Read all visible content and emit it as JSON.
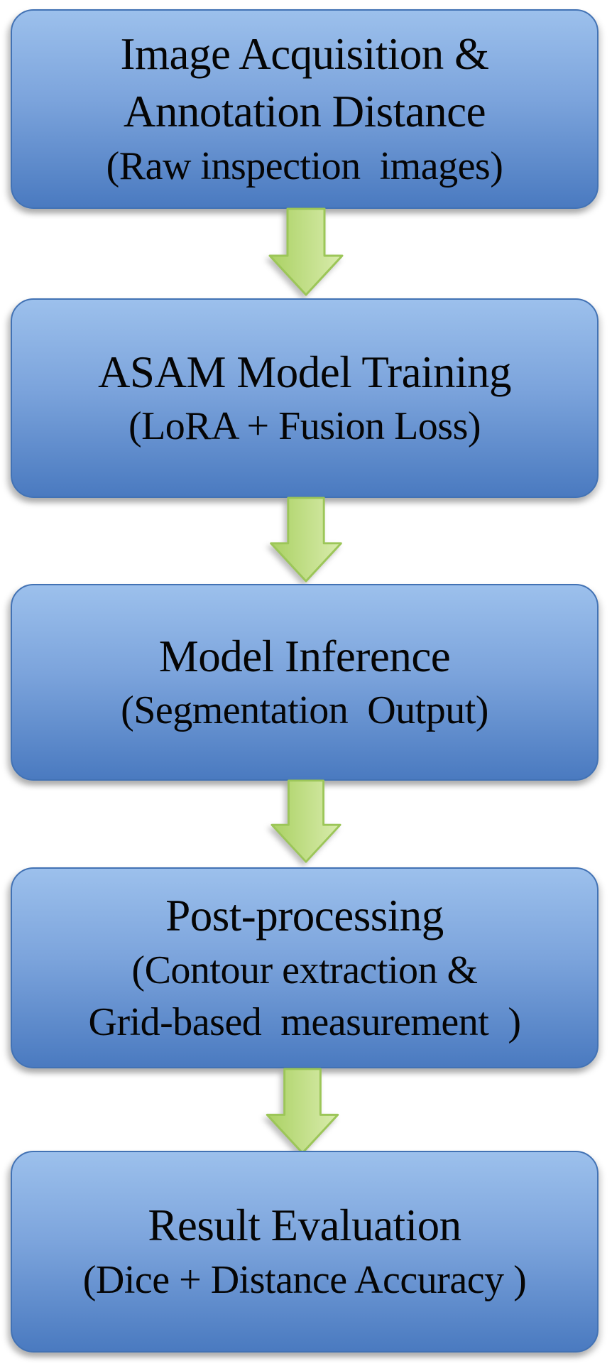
{
  "diagram": {
    "type": "flowchart",
    "direction": "top-down",
    "colors": {
      "node_fill_top": "#9cc0ec",
      "node_fill_bottom": "#4a7ac0",
      "node_border": "#4272b4",
      "arrow_fill_dark": "#aad163",
      "arrow_fill_light": "#d9ecad",
      "arrow_border": "#9cc658",
      "text": "#050505",
      "background": "#ffffff"
    },
    "nodes": [
      {
        "id": "image-acquisition",
        "title_lines": [
          "Image Acquisition &",
          "Annotation Distance"
        ],
        "subtitle_lines": [
          "(Raw inspection  images)"
        ]
      },
      {
        "id": "asam-model-training",
        "title_lines": [
          "ASAM Model Training"
        ],
        "subtitle_lines": [
          "(LoRA + Fusion Loss)"
        ]
      },
      {
        "id": "model-inference",
        "title_lines": [
          "Model Inference"
        ],
        "subtitle_lines": [
          "(Segmentation  Output)"
        ]
      },
      {
        "id": "post-processing",
        "title_lines": [
          "Post-processing"
        ],
        "subtitle_lines": [
          "(Contour extraction &",
          "Grid-based  measurement  )"
        ]
      },
      {
        "id": "result-evaluation",
        "title_lines": [
          "Result Evaluation"
        ],
        "subtitle_lines": [
          "(Dice + Distance Accuracy )"
        ]
      }
    ],
    "connectors": [
      {
        "from": "image-acquisition",
        "to": "asam-model-training",
        "shape": "down-arrow"
      },
      {
        "from": "asam-model-training",
        "to": "model-inference",
        "shape": "down-arrow"
      },
      {
        "from": "model-inference",
        "to": "post-processing",
        "shape": "down-arrow"
      },
      {
        "from": "post-processing",
        "to": "result-evaluation",
        "shape": "down-arrow"
      }
    ]
  }
}
